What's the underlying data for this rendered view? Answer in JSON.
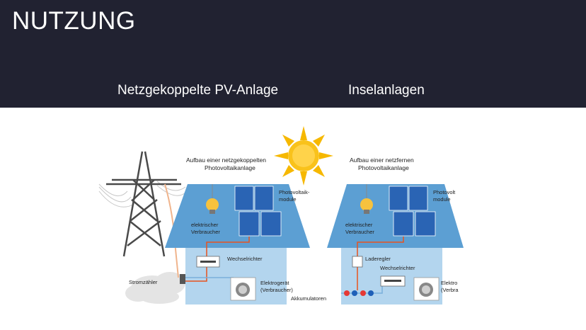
{
  "slide": {
    "title": "NUTZUNG",
    "col_left": "Netzgekoppelte PV-Anlage",
    "col_right": "Inselanlagen"
  },
  "left_house": {
    "title_line1": "Aufbau einer netzgekoppelten",
    "title_line2": "Photovoltaikanlage",
    "pv_line1": "Photovoltaik-",
    "pv_line2": "module",
    "consumer_line1": "elektrischer",
    "consumer_line2": "Verbraucher",
    "inverter": "Wechselrichter",
    "appliance_line1": "Elektrogerät",
    "appliance_line2": "(Verbraucher)",
    "meter": "Stromzähler"
  },
  "right_house": {
    "title_line1": "Aufbau einer netzfernen",
    "title_line2": "Photovoltaikanlage",
    "pv_line1": "Photovolt",
    "pv_line2": "module",
    "consumer_line1": "elektrischer",
    "consumer_line2": "Verbraucher",
    "charge_controller": "Laderegler",
    "inverter": "Wechselrichter",
    "appliance_line1": "Elektro",
    "appliance_line2": "(Verbra",
    "batteries": "Akkumulatoren"
  },
  "colors": {
    "header_bg": "#212231",
    "roof": "#5c9fd3",
    "wall": "#b3d5ee",
    "panel": "#2a64b4",
    "wire": "#e8531f",
    "sun": "#f6b800",
    "mast": "#4a4a4a"
  }
}
